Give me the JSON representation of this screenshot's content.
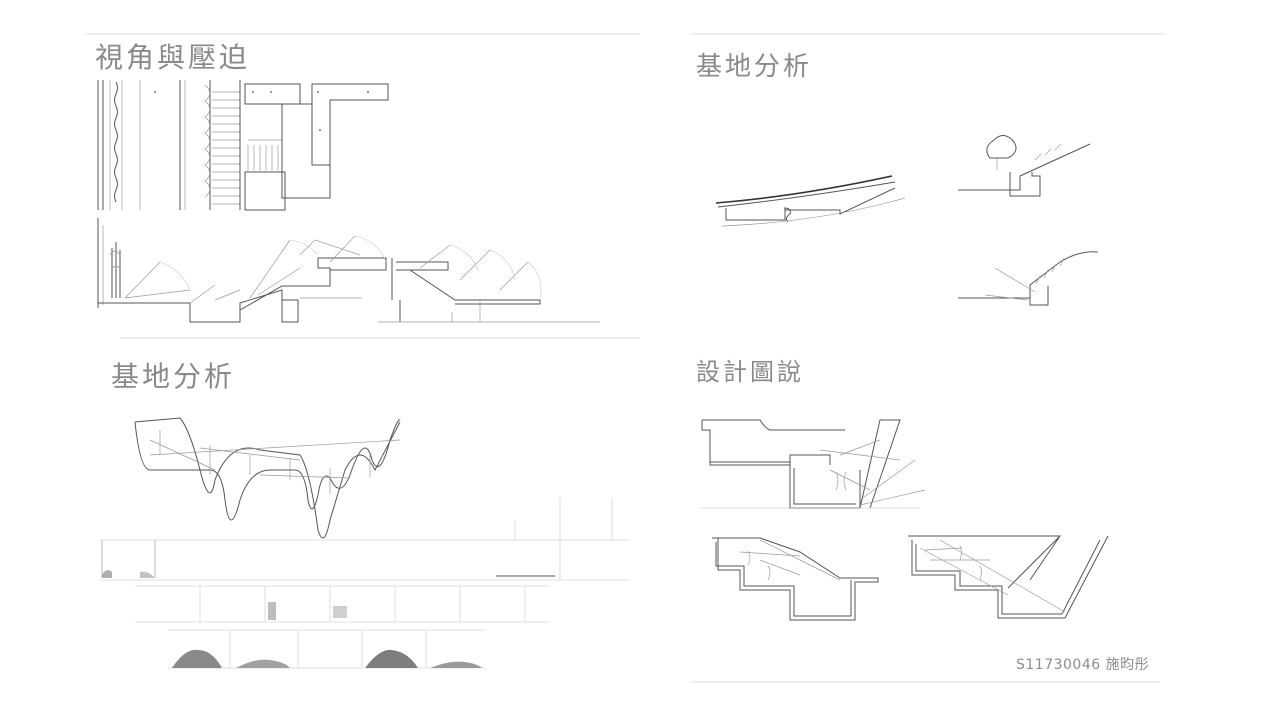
{
  "sheet": {
    "title_view": "視角與壓迫",
    "title_site_top": "基地分析",
    "title_site_bottom": "基地分析",
    "title_design": "設計圖說",
    "student_credit": "S11730046 施昀彤"
  }
}
